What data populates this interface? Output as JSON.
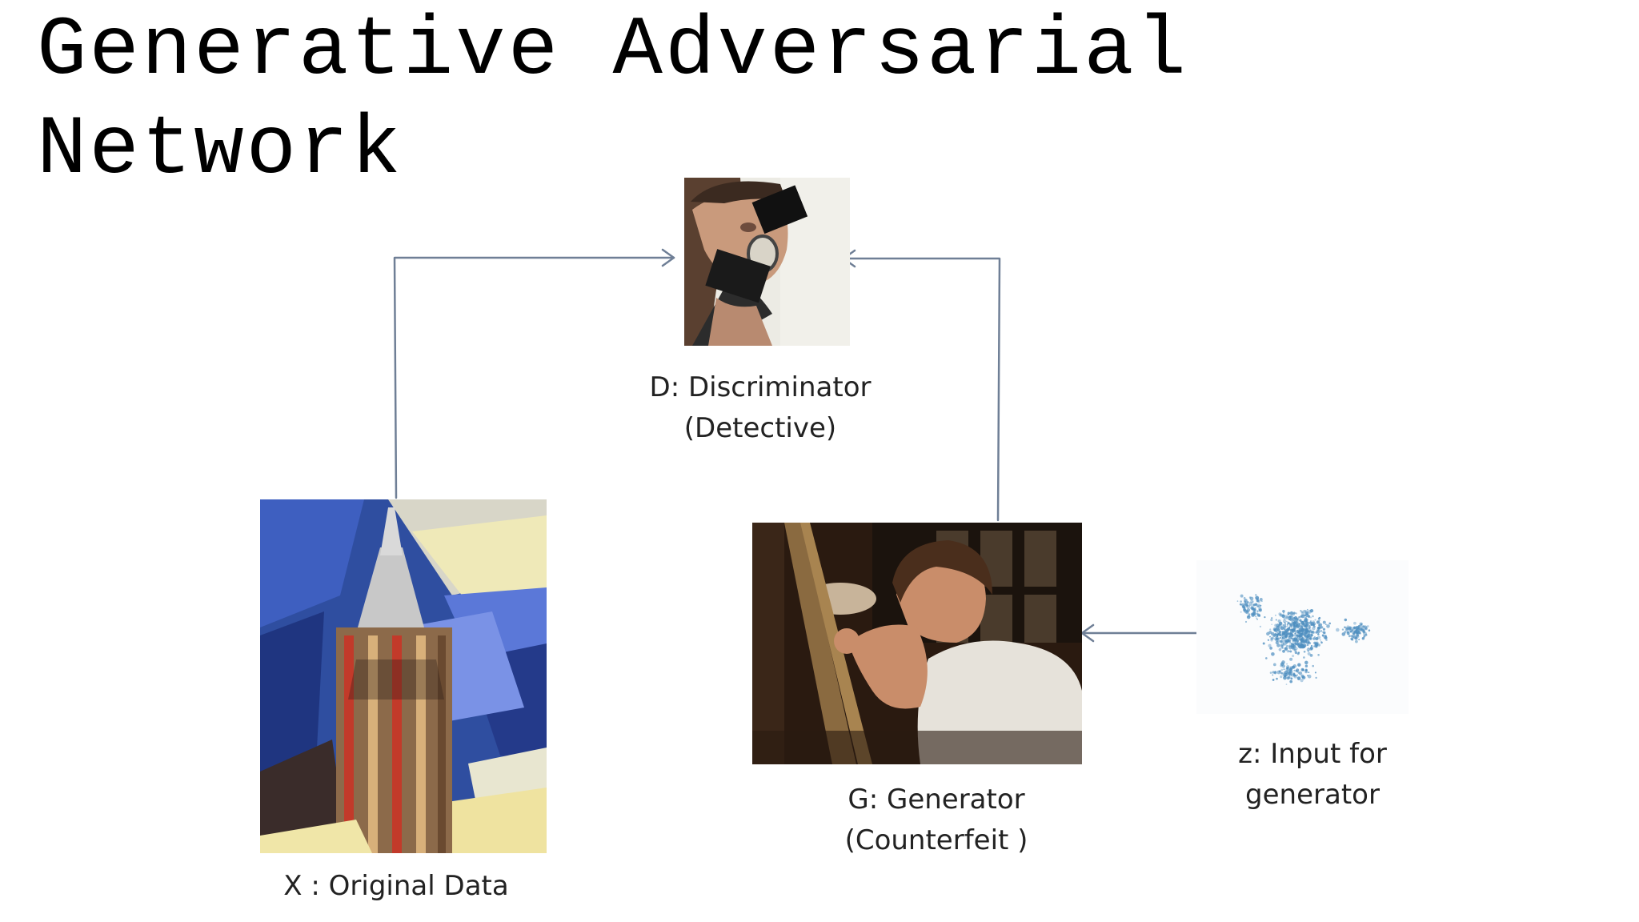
{
  "slide": {
    "title_line1": "Generative Adversarial",
    "title_line2": "Network"
  },
  "diagram": {
    "discriminator": {
      "label_line1": "D: Discriminator",
      "label_line2": "(Detective)",
      "icon": "detective-magnifier-photo"
    },
    "original_data": {
      "label": "X : Original Data",
      "icon": "cubist-skyscraper-painting"
    },
    "generator": {
      "label_line1": "G: Generator",
      "label_line2": "(Counterfeit )",
      "icon": "painter-at-easel-photo"
    },
    "input_z": {
      "label_line1": "z: Input for",
      "label_line2": "generator",
      "icon": "noise-point-cloud"
    },
    "colors": {
      "connector": "#6f7f96",
      "label_text": "#222222",
      "title_text": "#000000",
      "noise_points": "#4f8fc0"
    }
  }
}
